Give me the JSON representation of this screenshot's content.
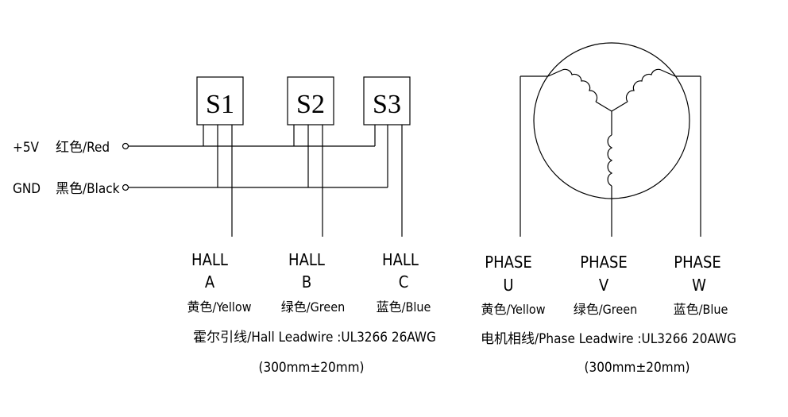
{
  "power": {
    "vcc_label": "+5V",
    "vcc_color": "红色/Red",
    "gnd_label": "GND",
    "gnd_color": "黑色/Black"
  },
  "sensors": [
    {
      "name": "S1"
    },
    {
      "name": "S2"
    },
    {
      "name": "S3"
    }
  ],
  "hall": [
    {
      "line1": "HALL",
      "line2": "A",
      "color": "黄色/Yellow"
    },
    {
      "line1": "HALL",
      "line2": "B",
      "color": "绿色/Green"
    },
    {
      "line1": "HALL",
      "line2": "C",
      "color": "蓝色/Blue"
    }
  ],
  "hall_spec": {
    "line1": "霍尔引线/Hall Leadwire :UL3266 26AWG",
    "line2": "(300mm±20mm)"
  },
  "phases": [
    {
      "line1": "PHASE",
      "line2": "U",
      "color": "黄色/Yellow"
    },
    {
      "line1": "PHASE",
      "line2": "V",
      "color": "绿色/Green"
    },
    {
      "line1": "PHASE",
      "line2": "W",
      "color": "蓝色/Blue"
    }
  ],
  "phase_spec": {
    "line1": "电机相线/Phase Leadwire :UL3266 20AWG",
    "line2": "(300mm±20mm)"
  }
}
